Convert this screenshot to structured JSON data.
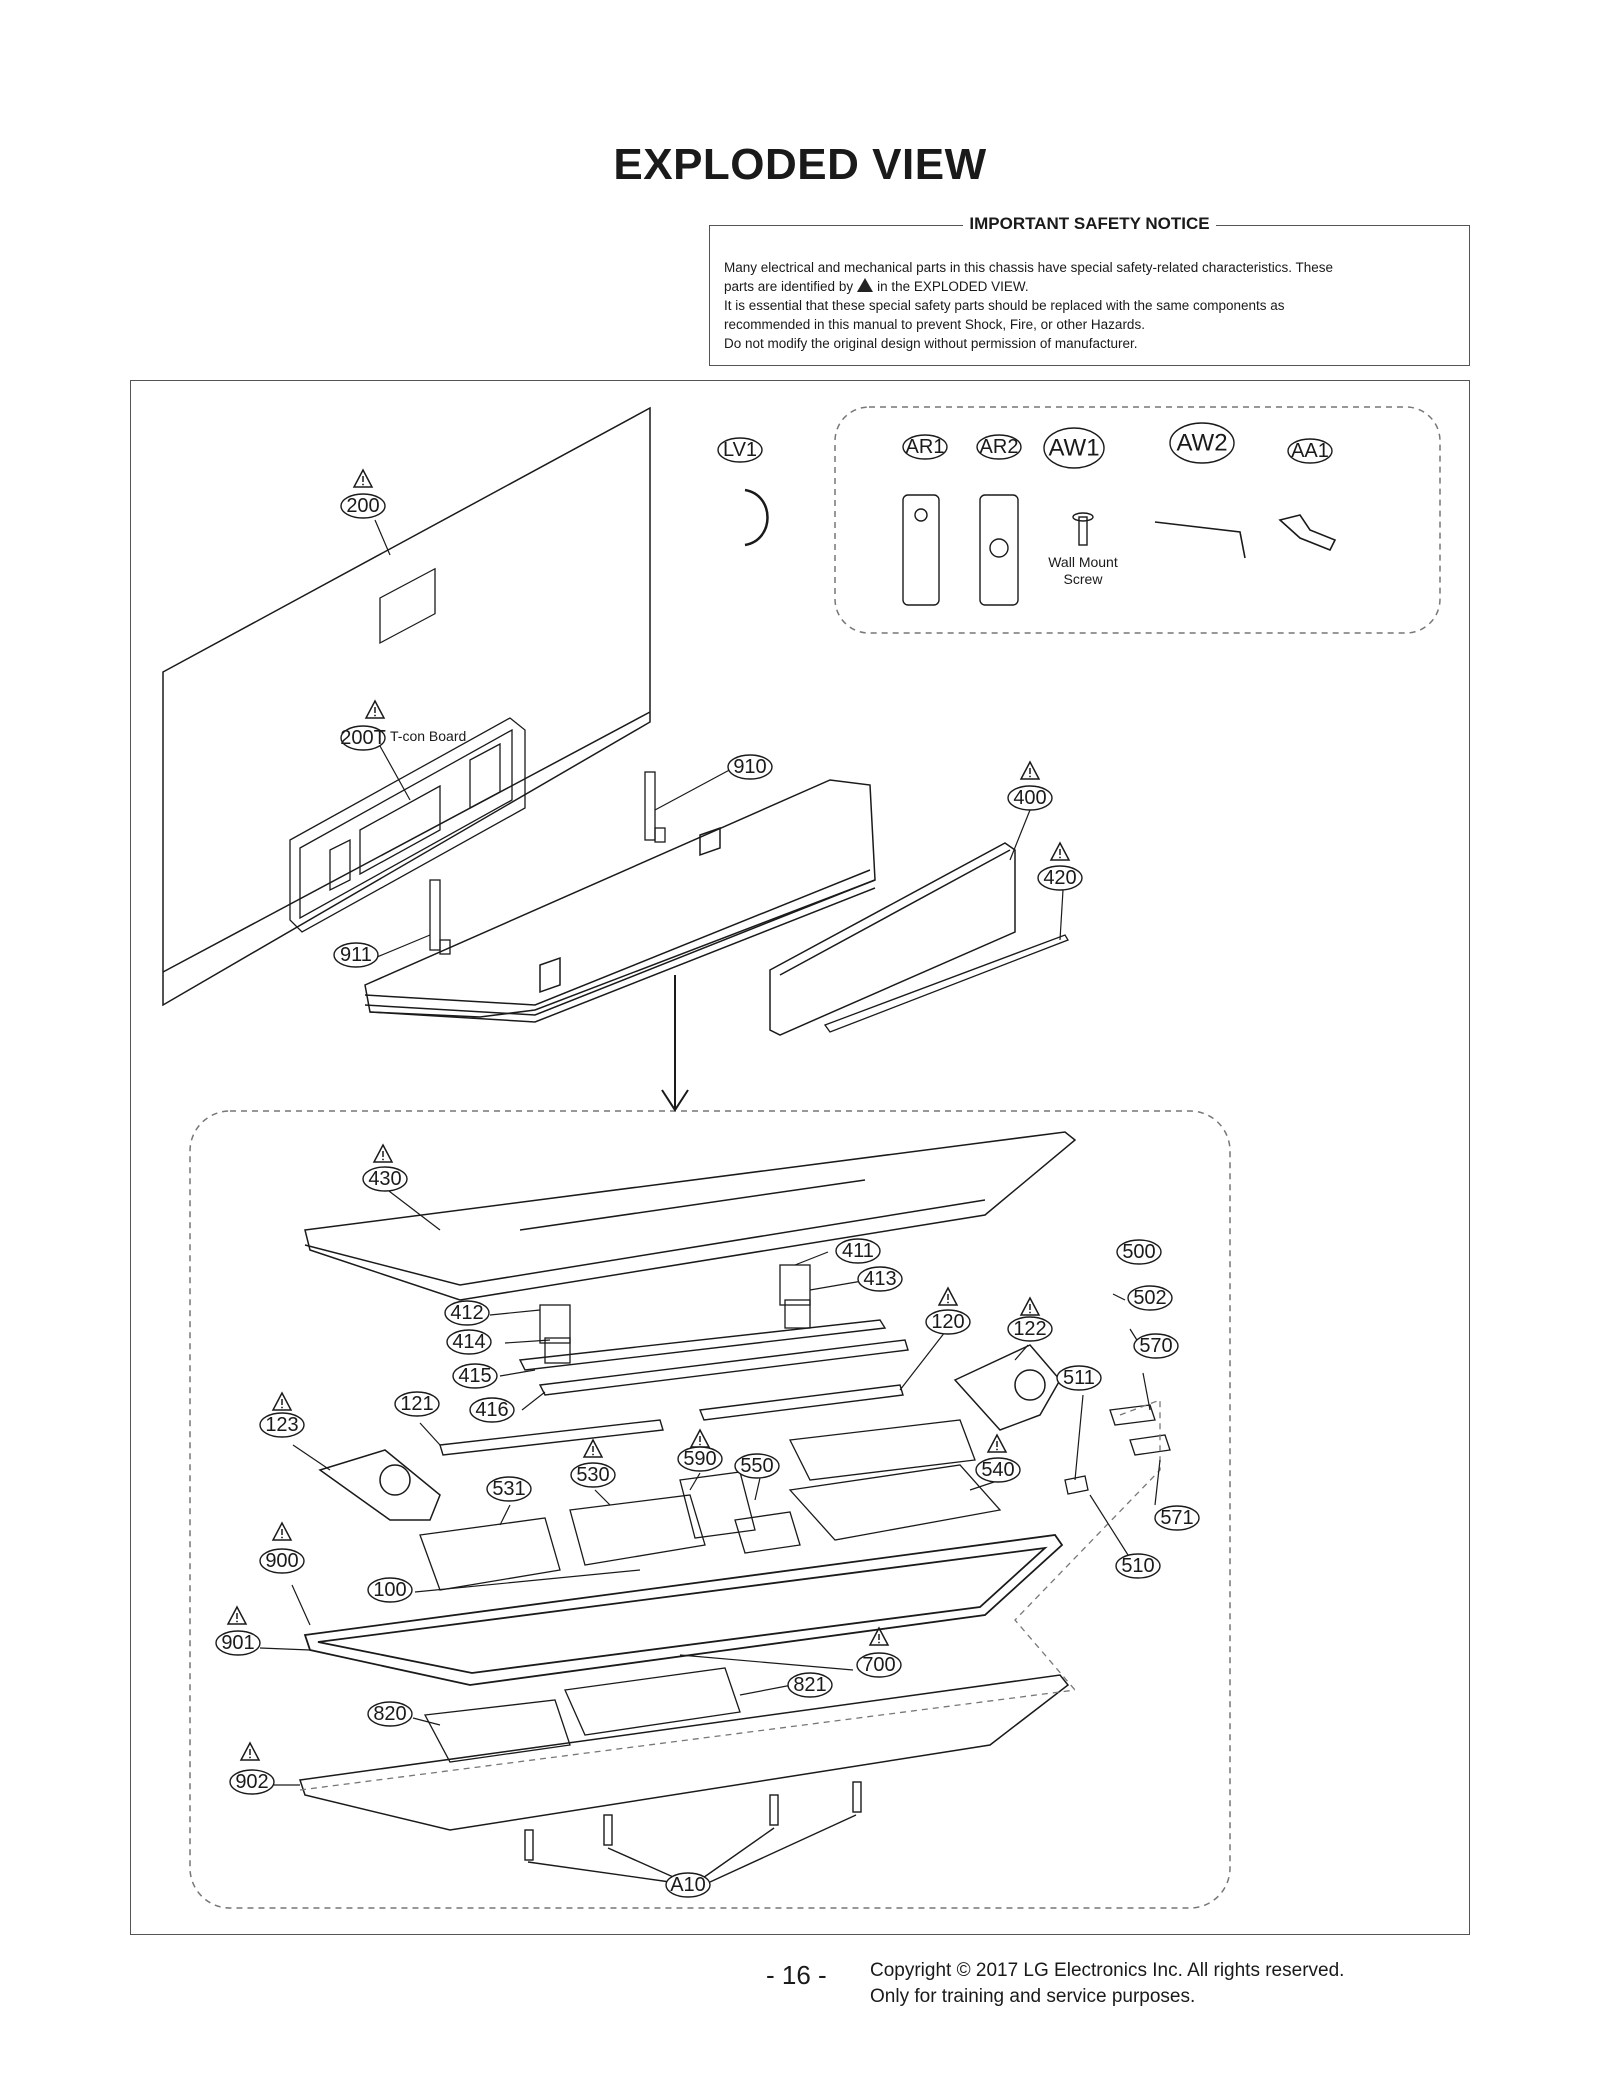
{
  "page": {
    "title": "EXPLODED VIEW",
    "page_number": "- 16 -",
    "copyright_line1": "Copyright © 2017 LG Electronics Inc. All rights reserved.",
    "copyright_line2": "Only for training and service purposes."
  },
  "notice": {
    "heading": "IMPORTANT SAFETY NOTICE",
    "line1": "Many electrical and mechanical parts in this chassis have special safety-related characteristics. These",
    "line2_before": "parts are identified by",
    "line2_after": "in the EXPLODED VIEW.",
    "line3": "It is essential that these special safety parts should be replaced with the same components as",
    "line4": "recommended in this manual to prevent Shock, Fire, or other Hazards.",
    "line5": "Do not modify the original design without permission of manufacturer."
  },
  "parts": {
    "p200": "200",
    "p200T": "200T",
    "tcon_note": "T-con Board",
    "LV1": "LV1",
    "AR1": "AR1",
    "AR2": "AR2",
    "AW1": "AW1",
    "AW2": "AW2",
    "AA1": "AA1",
    "wall_mount_1": "Wall Mount",
    "wall_mount_2": "Screw",
    "p910": "910",
    "p911": "911",
    "p400": "400",
    "p420": "420",
    "p430": "430",
    "p411": "411",
    "p413": "413",
    "p412": "412",
    "p414": "414",
    "p415": "415",
    "p416": "416",
    "p120": "120",
    "p122": "122",
    "p500": "500",
    "p502": "502",
    "p570": "570",
    "p511": "511",
    "p121": "121",
    "p123": "123",
    "p590": "590",
    "p550": "550",
    "p531": "531",
    "p530": "530",
    "p540": "540",
    "p571": "571",
    "p510": "510",
    "p900": "900",
    "p100": "100",
    "p901": "901",
    "p700": "700",
    "p821": "821",
    "p820": "820",
    "p902": "902",
    "A10": "A10"
  },
  "colors": {
    "line": "#1a1a1a",
    "border": "#555555",
    "dash": "#777777"
  }
}
